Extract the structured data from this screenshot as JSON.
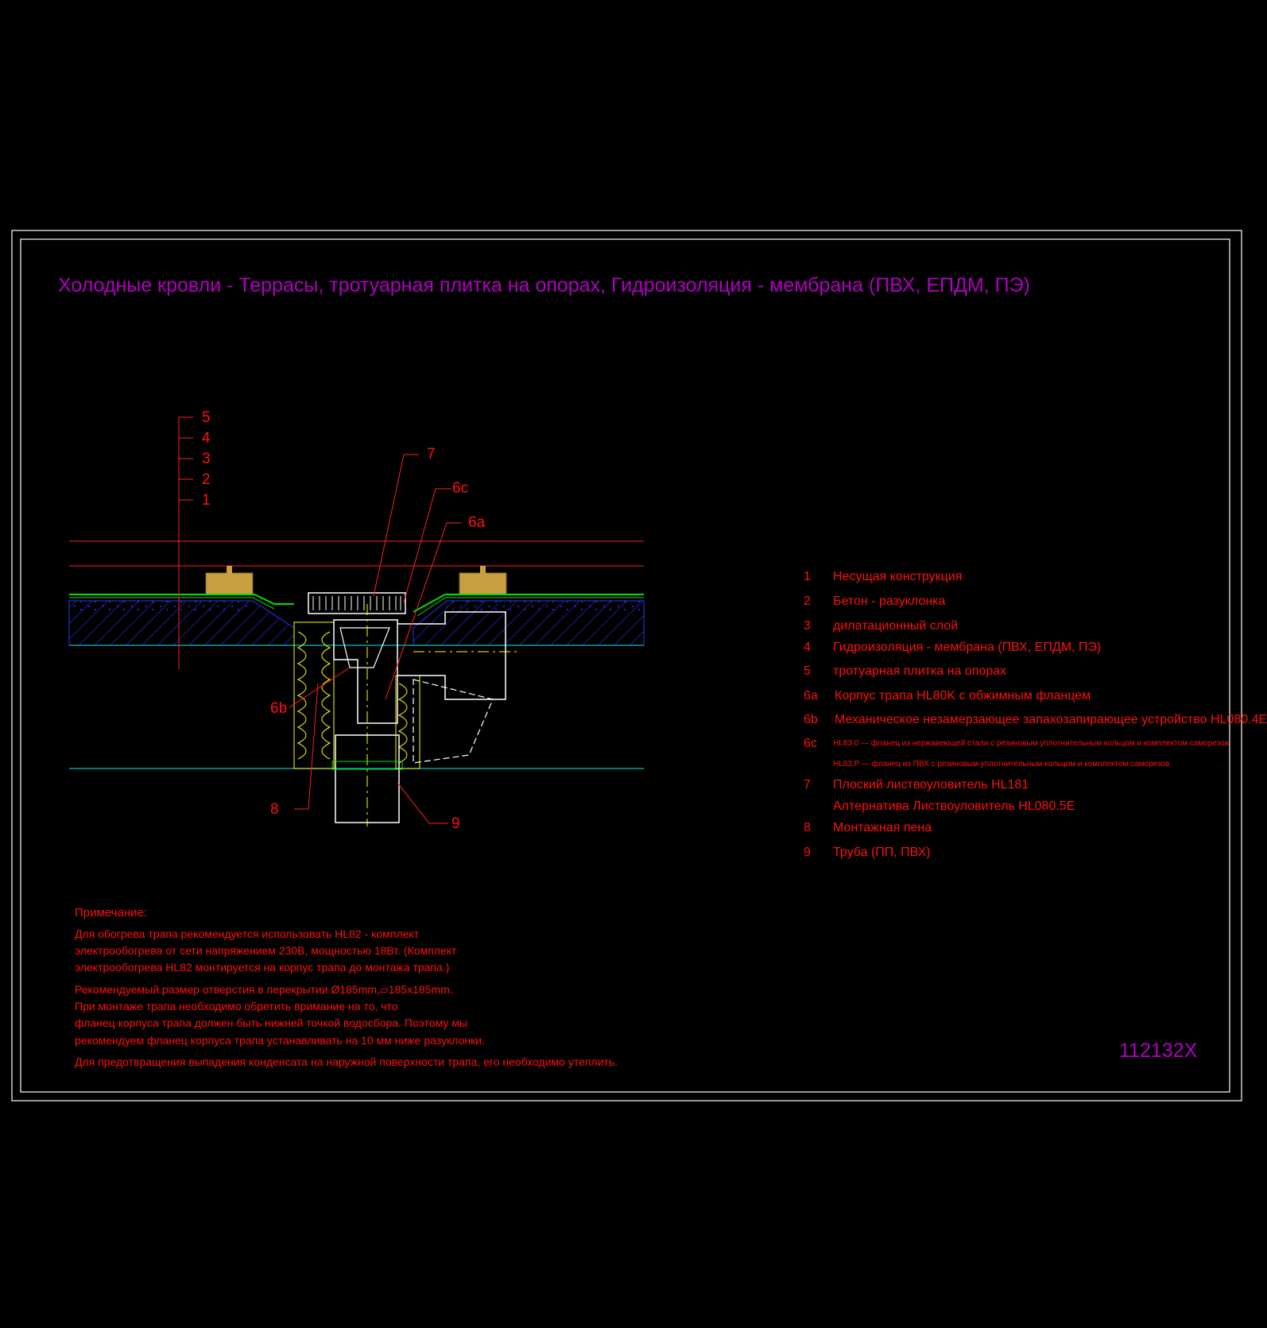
{
  "title": "Холодные кровли - Террасы, тротуарная плитка на опорах, Гидроизоляция - мембрана (ПВХ, ЕПДМ, ПЭ)",
  "drawing_code": "112132X",
  "layer_callouts": [
    "5",
    "4",
    "3",
    "2",
    "1"
  ],
  "part_callouts": {
    "c7": "7",
    "c6c": "6c",
    "c6a": "6a",
    "c6b": "6b",
    "c8": "8",
    "c9": "9"
  },
  "legend": [
    {
      "num": "1",
      "text": "Несущая конструкция"
    },
    {
      "num": "2",
      "text": "Бетон - разуклонка"
    },
    {
      "num": "3",
      "text": "дилатационный слой"
    },
    {
      "num": "4",
      "text": "Гидроизоляция - мембрана (ПВХ, ЕПДМ, ПЭ)"
    },
    {
      "num": "5",
      "text": "тротуарная плитка на опорах"
    },
    {
      "num": "6a",
      "text": "Корпус трапа HL80K с обжимным фланцем"
    },
    {
      "num": "6b",
      "text": "Механическое незамерзающее запахозапирающее устройство HL080.4E"
    },
    {
      "num": "6c",
      "text": "HL83.0 — фланец из нержавеющей стали с резиновым уплотнительным кольцом и комплектом саморезов"
    },
    {
      "num": "",
      "text": "HL83.P — фланец из ПВХ с резиновым уплотнительным кольцом и комплектом саморезов"
    },
    {
      "num": "7",
      "text": "Плоский листвоуловитель HL181"
    },
    {
      "num": "",
      "text": "Алтернатива Листвоуловитель HL080.5E"
    },
    {
      "num": "8",
      "text": "Монтажная пена"
    },
    {
      "num": "9",
      "text": "Труба (ПП, ПВХ)"
    }
  ],
  "notes": {
    "heading": "Примечание:",
    "lines": [
      "Для обогрева трапа рекомендуется использовать HL82 - комплект",
      "электрообогрева от сети напряжением 230В, мощностью 18Вт. (Комплект",
      "электрообогрева HL82 монтируется на корпус трапа до монтажа трапа.)",
      "Рекомендуемый размер отверстия в перекрытии Ø185mm,▱185x185mm.",
      "При монтаже трапа необходимо обретить вримание на то, что",
      "фланец корпуса трапа должен быть нижней точкой водосбора. Поэтому мы",
      "рекомендуем фланец корпуса трапа устанавливать на 10 мм ниже разуклонки.",
      "Для предотвращения выпадения конденсата на наружной поверхности трапа, его необходимо утеплить."
    ]
  },
  "colors": {
    "background": "#000000",
    "frame": "#ffffff",
    "title": "#b000c0",
    "text": "#ff1010",
    "membrane": "#00e000",
    "hatch": "#3030ff",
    "insulation": "#ffff00",
    "drain": "#ffffff",
    "support": "#c8a040",
    "slab_line": "#00c0c0"
  }
}
